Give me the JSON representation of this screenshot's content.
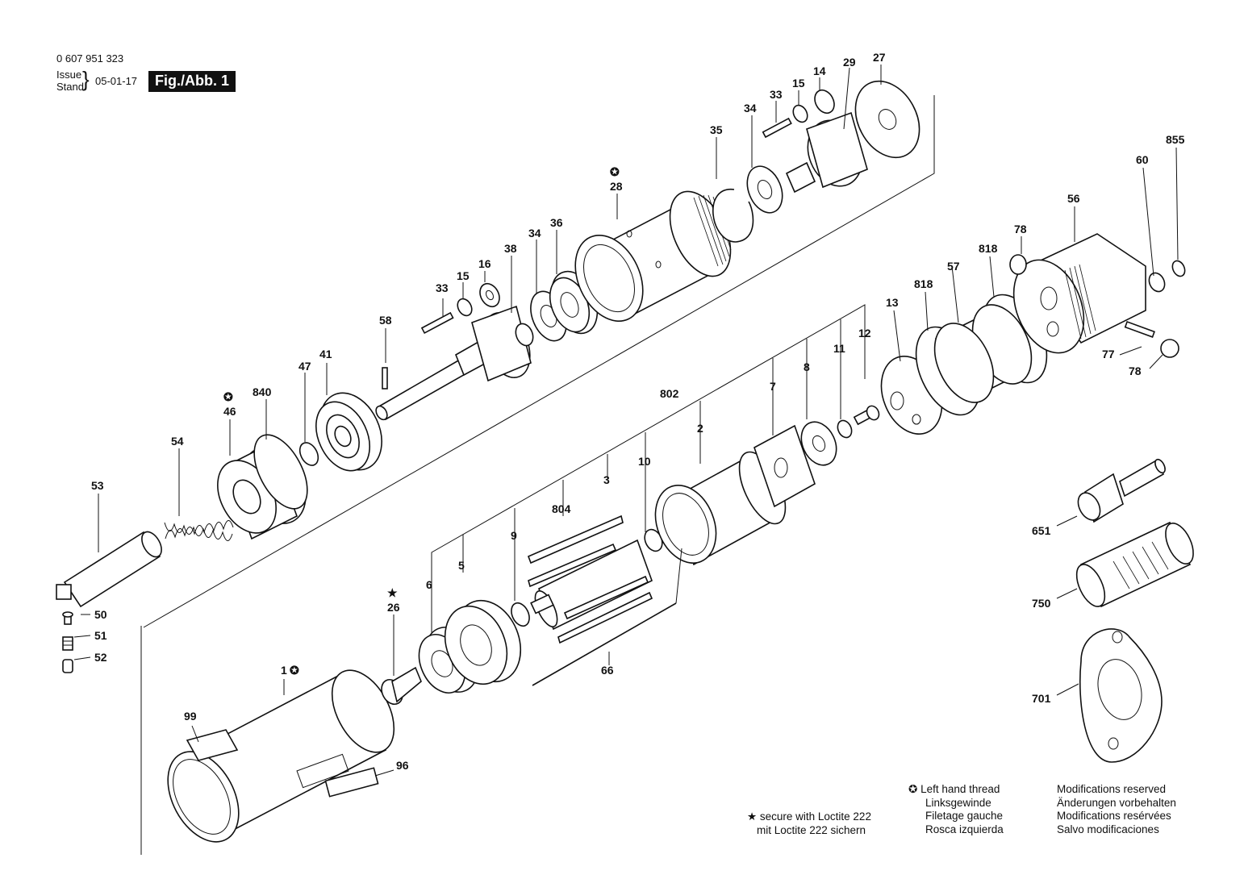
{
  "header": {
    "part_number": "0 607 951 323",
    "issue_label": "Issue",
    "stand_label": "Stand",
    "date": "05-01-17",
    "figure_badge": "Fig./Abb. 1"
  },
  "symbols": {
    "left_thread": "✪",
    "loctite": "★"
  },
  "callouts": {
    "c0_607": "",
    "p1": "1",
    "p2": "2",
    "p3": "3",
    "p5": "5",
    "p6": "6",
    "p7": "7",
    "p8": "8",
    "p9": "9",
    "p10": "10",
    "p11": "11",
    "p12": "12",
    "p13": "13",
    "p14": "14",
    "p15a": "15",
    "p15b": "15",
    "p16": "16",
    "p26": "26",
    "p27": "27",
    "p28": "28",
    "p29": "29",
    "p33a": "33",
    "p33b": "33",
    "p34a": "34",
    "p34b": "34",
    "p35": "35",
    "p36": "36",
    "p38": "38",
    "p41": "41",
    "p46": "46",
    "p47": "47",
    "p50": "50",
    "p51": "51",
    "p52": "52",
    "p53": "53",
    "p54": "54",
    "p56": "56",
    "p57": "57",
    "p58": "58",
    "p60": "60",
    "p66": "66",
    "p77": "77",
    "p78a": "78",
    "p78b": "78",
    "p96": "96",
    "p99": "99",
    "p651": "651",
    "p701": "701",
    "p750": "750",
    "p802": "802",
    "p804": "804",
    "p818a": "818",
    "p818b": "818",
    "p840": "840",
    "p855": "855"
  },
  "legend_loctite": {
    "line1": "secure with Loctite 222",
    "line2": "mit Loctite 222 sichern"
  },
  "legend_thread": {
    "en": "Left hand thread",
    "de": "Linksgewinde",
    "fr": "Filetage gauche",
    "es": "Rosca izquierda"
  },
  "legend_mods": {
    "en": "Modifications reserved",
    "de": "Änderungen vorbehalten",
    "fr": "Modifications resérvées",
    "es": "Salvo modificaciones"
  }
}
